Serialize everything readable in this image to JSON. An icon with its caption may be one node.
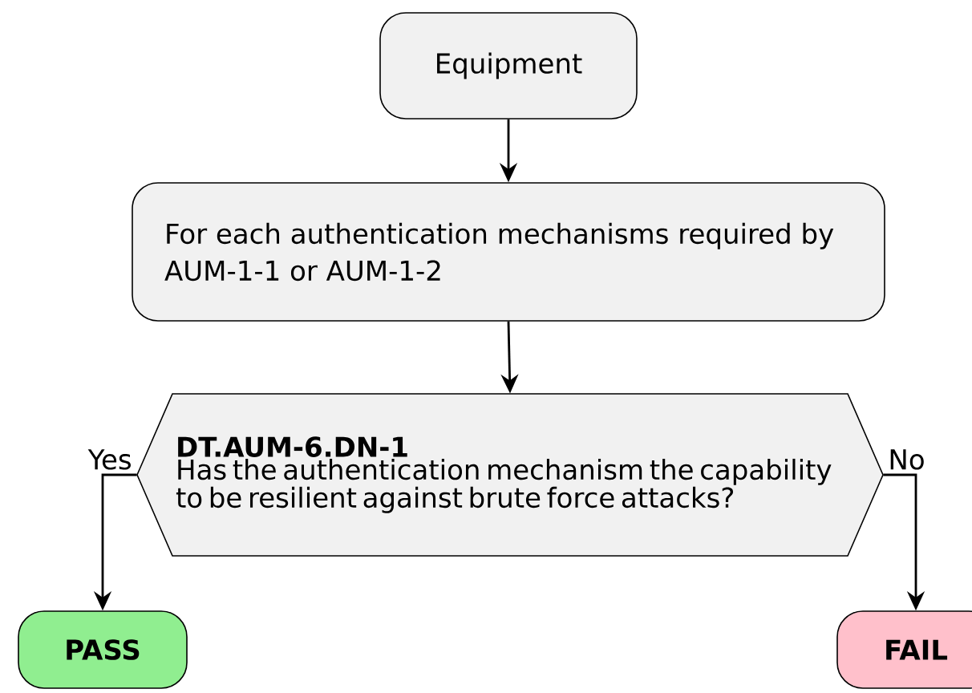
{
  "diagram": {
    "nodes": [
      {
        "text": [
          "Equipment"
        ]
      },
      {
        "text": [
          "For each authentication mechanisms required by AUM-1-1 or AUM-1-2"
        ]
      },
      {
        "text": [
          "DT.AUM-6.DN-1",
          "Has the authentication mechanism the capability to be resilient against brute force attacks?"
        ]
      },
      {
        "text": [
          "PASS"
        ]
      },
      {
        "text": [
          "FAIL"
        ]
      }
    ],
    "edges": [
      {
        "from": 0,
        "to": 1,
        "arrow": "to"
      },
      {
        "from": 1,
        "to": 2,
        "arrow": "to"
      },
      {
        "from": 2,
        "to": 3,
        "arrow": "to",
        "label": "Yes"
      },
      {
        "from": 2,
        "to": 4,
        "arrow": "to",
        "label": "No"
      }
    ]
  }
}
